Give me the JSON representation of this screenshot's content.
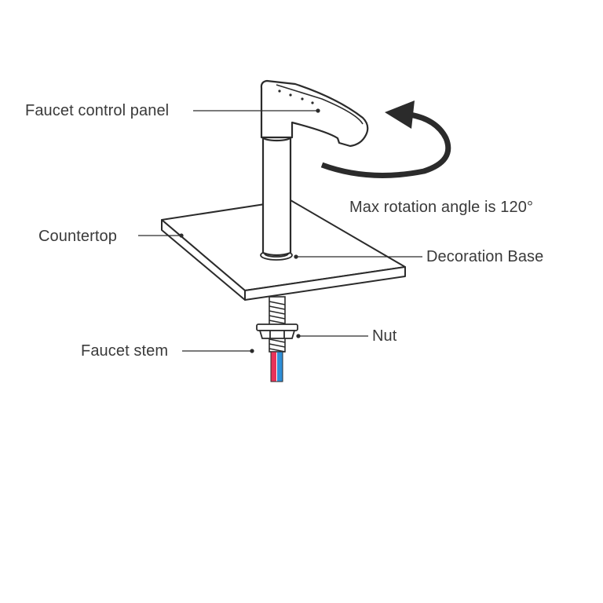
{
  "labels": {
    "control_panel": "Faucet control panel",
    "rotation": "Max rotation angle is 120°",
    "countertop": "Countertop",
    "decoration_base": "Decoration Base",
    "nut": "Nut",
    "stem": "Faucet stem"
  },
  "colors": {
    "line": "#2b2b2b",
    "text": "#3a3a3a",
    "hot_pipe": "#e8335a",
    "cold_pipe": "#2f8fd8"
  }
}
